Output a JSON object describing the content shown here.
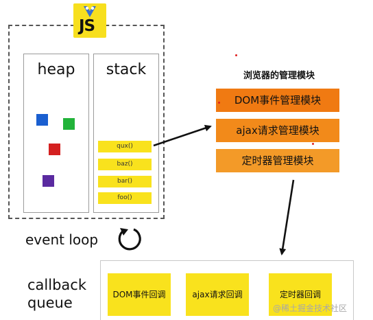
{
  "js_logo": {
    "text": "JS"
  },
  "heap": {
    "title": "heap",
    "objects": [
      {
        "color": "#1a5fd0"
      },
      {
        "color": "#22b33a"
      },
      {
        "color": "#d42020"
      },
      {
        "color": "#5a2aa0"
      }
    ]
  },
  "stack": {
    "title": "stack",
    "frames": [
      "qux()",
      "baz()",
      "bar()",
      "foo()"
    ]
  },
  "event_loop": {
    "label": "event loop"
  },
  "web_apis": {
    "title": "浏览器的管理模块",
    "blocks": [
      {
        "label": "DOM事件管理模块",
        "color": "#f07a12"
      },
      {
        "label": "ajax请求管理模块",
        "color": "#f28a1a"
      },
      {
        "label": "定时器管理模块",
        "color": "#f39a28"
      }
    ]
  },
  "callback_queue": {
    "label_line1": "callback",
    "label_line2": "queue",
    "items": [
      "DOM事件回调",
      "ajax请求回调",
      "定时器回调"
    ]
  },
  "watermark": {
    "text": "@稀土掘金技术社区"
  }
}
